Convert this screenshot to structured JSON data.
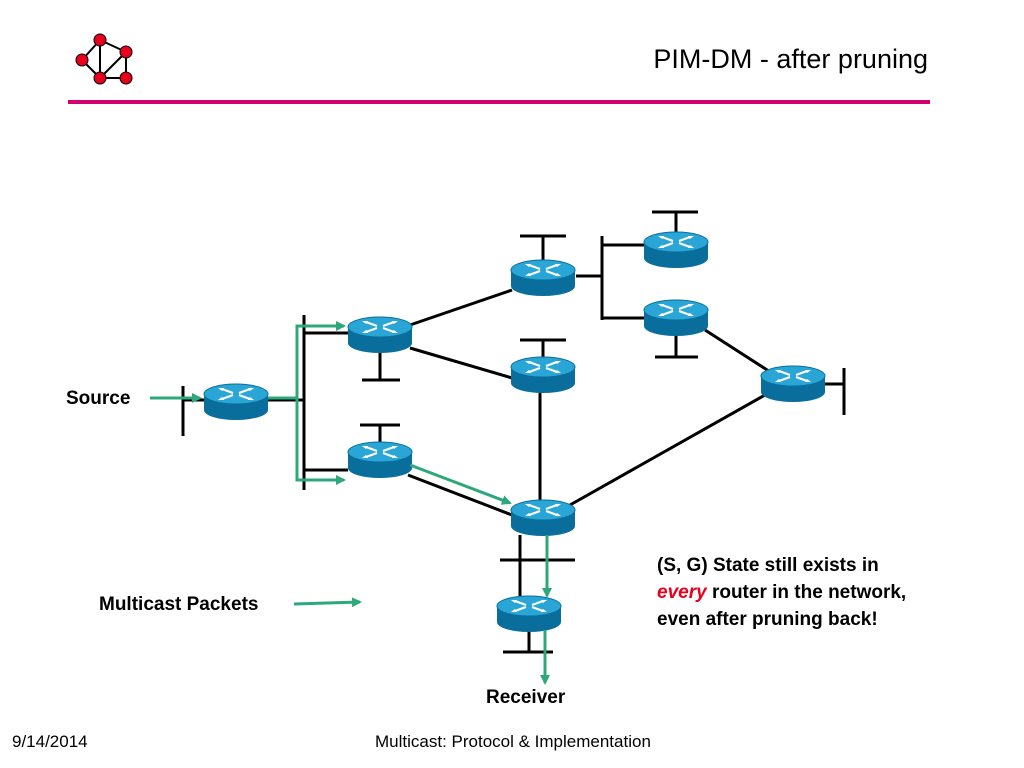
{
  "slide": {
    "title": "PIM-DM - after pruning",
    "accent_color": "#d4006e"
  },
  "labels": {
    "source": "Source",
    "receiver": "Receiver",
    "legend": "Multicast Packets"
  },
  "note": {
    "line1": "(S, G) State still exists in",
    "emphasis": "every",
    "line2_rest": " router in the network,",
    "line3": "even after pruning back!"
  },
  "footer": {
    "date": "9/14/2014",
    "center": "Multicast: Protocol & Implementation"
  },
  "colors": {
    "router_top": "#2aa6d6",
    "router_side": "#0a6e9c",
    "link": "#000000",
    "multicast_arrow": "#2ea87a"
  },
  "icons": [
    "network-logo-icon",
    "router-icon"
  ]
}
